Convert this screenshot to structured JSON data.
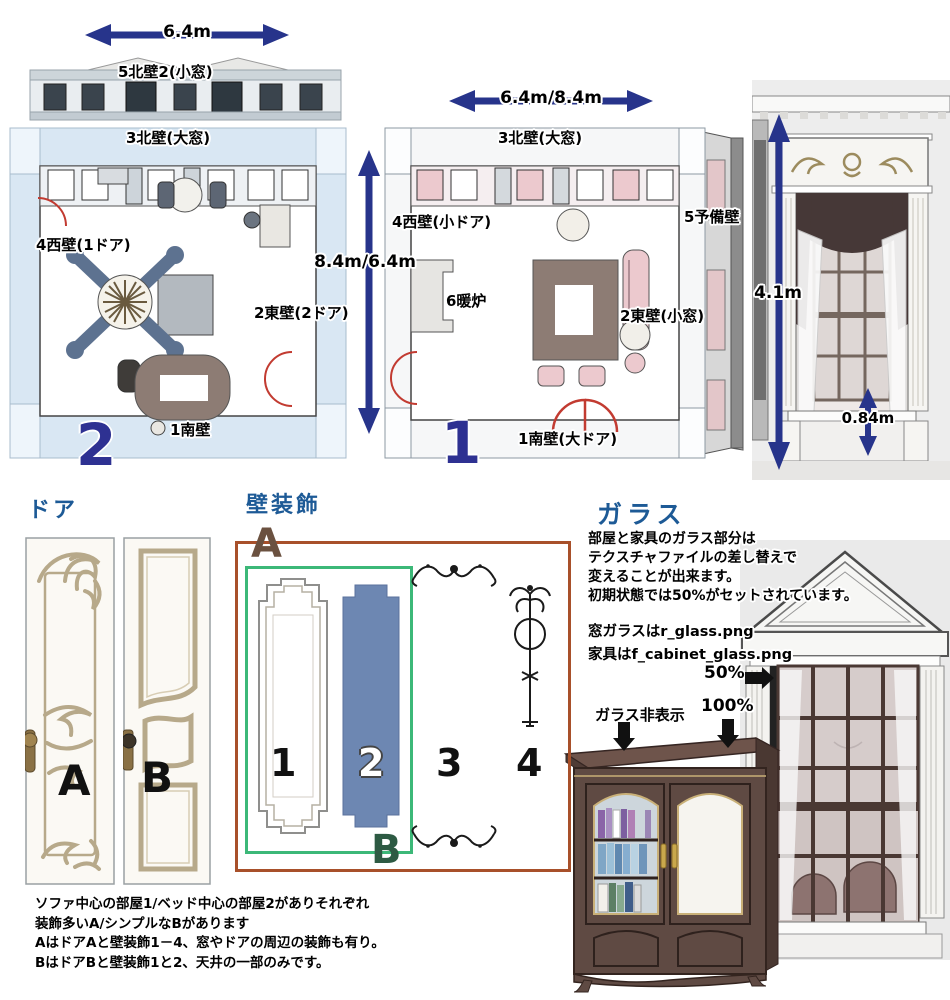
{
  "colors": {
    "heading_blue": "#1d5a96",
    "dimension_navy": "#27348b",
    "room_number_blue": "#2e3192",
    "deco_box_brown": "#a8502a",
    "deco_box_green": "#3cb878",
    "deco_panel2_blue": "#6d87b2",
    "door_swing_red": "#c23b31"
  },
  "floorplans": {
    "room2": {
      "number": "2",
      "width": "6.4m",
      "wall_north_upper": "5北壁2(小窓)",
      "wall_north": "3北壁(大窓)",
      "wall_west": "4西壁(1ドア)",
      "wall_east": "2東壁(2ドア)",
      "wall_south": "1南壁"
    },
    "shared_depth": "8.4m/6.4m",
    "room1": {
      "number": "1",
      "width": "6.4m/8.4m",
      "wall_north": "3北壁(大窓)",
      "wall_west": "4西壁(小ドア)",
      "wall_spare": "5予備壁",
      "fireplace": "6暖炉",
      "wall_east": "2東壁(小窓)",
      "wall_south": "1南壁(大ドア)"
    },
    "window_elevation": {
      "height": "4.1m",
      "sill_height": "0.84m"
    }
  },
  "doors": {
    "heading": "ドア",
    "door_a": "A",
    "door_b": "B"
  },
  "wall_decoration": {
    "heading": "壁装飾",
    "set_a": "A",
    "set_b": "B",
    "item1": "1",
    "item2": "2",
    "item3": "3",
    "item4": "4"
  },
  "glass": {
    "heading": "ガラス",
    "description": [
      "部屋と家具のガラス部分は",
      "テクスチャファイルの差し替えで",
      "変えることが出来ます。",
      "初期状態では50%がセットされています。"
    ],
    "files": [
      "窓ガラスはr_glass.png",
      "家具はf_cabinet_glass.png"
    ],
    "label_50": "50%",
    "label_100": "100%",
    "label_hidden": "ガラス非表示"
  },
  "notes": [
    "ソファ中心の部屋1/ベッド中心の部屋2がありそれぞれ",
    "装飾多いA/シンプルなBがあります",
    "AはドアAと壁装飾1－4、窓やドアの周辺の装飾も有り。",
    "BはドアBと壁装飾1と2、天井の一部のみです。"
  ]
}
